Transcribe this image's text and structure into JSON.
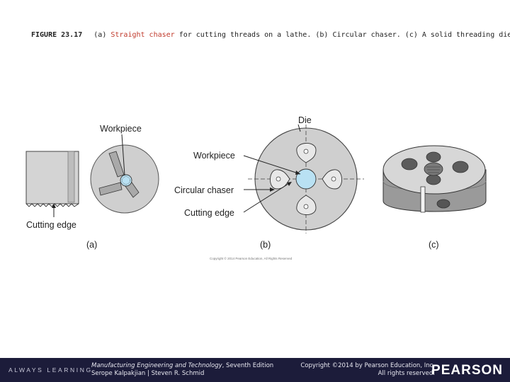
{
  "caption": {
    "figure_label": "FIGURE 23.17",
    "part_a_prefix": "(a) ",
    "part_a_highlight": "Straight chaser",
    "part_a_rest": " for cutting threads on a lathe. (b) Circular chaser. (c) A solid threading die."
  },
  "figure": {
    "labels": {
      "workpiece_a": "Workpiece",
      "cutting_edge_a": "Cutting edge",
      "die": "Die",
      "workpiece_b": "Workpiece",
      "circular_chaser": "Circular chaser",
      "cutting_edge_b": "Cutting edge",
      "part_a": "(a)",
      "part_b": "(b)",
      "part_c": "(c)"
    },
    "copyright_small": "Copyright © 2014 Pearson Education, All Rights Reserved"
  },
  "footer": {
    "always_learning": "ALWAYS LEARNING",
    "book_title": "Manufacturing Engineering and Technology",
    "book_edition": ", Seventh Edition",
    "authors": "Serope Kalpakjian | Steven R. Schmid",
    "copyright_line1": "Copyright ©2014 by Pearson Education, Inc.",
    "copyright_line2": "All rights reserved.",
    "brand": "PEARSON"
  },
  "colors": {
    "gray_fill": "#cfcfcf",
    "dark_gray": "#8a8a8a",
    "outline": "#333333",
    "workpiece_blue": "#b9e1f3",
    "footer_bg": "#1c1c3a"
  }
}
